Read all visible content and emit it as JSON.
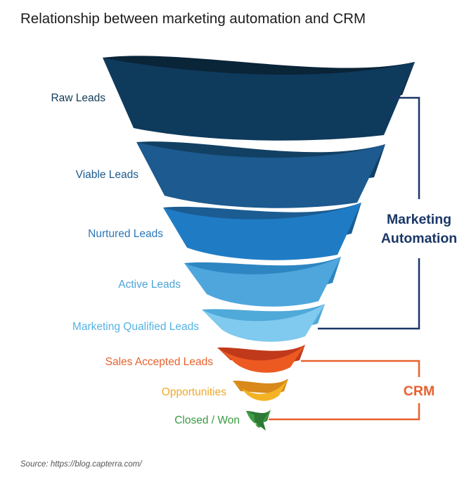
{
  "title": "Relationship between marketing automation and CRM",
  "source": "Source: https://blog.capterra.com/",
  "stages": [
    {
      "label": "Raw Leads",
      "color": "#0e3a5c",
      "back_color": "#0a2438",
      "label_color": "#123a57"
    },
    {
      "label": "Viable Leads",
      "color": "#1c5a8f",
      "back_color": "#124063",
      "label_color": "#1c5a8f"
    },
    {
      "label": "Nurtured Leads",
      "color": "#1f7cc4",
      "back_color": "#1b5c93",
      "label_color": "#2a77b8"
    },
    {
      "label": "Active Leads",
      "color": "#4fa6dd",
      "back_color": "#2d86c2",
      "label_color": "#4ea3d8"
    },
    {
      "label": "Marketing Qualified Leads",
      "color": "#7fcaee",
      "back_color": "#4fa9d9",
      "label_color": "#55b3e3"
    },
    {
      "label": "Sales Accepted Leads",
      "color": "#ec5a22",
      "back_color": "#c0391a",
      "label_color": "#e8612d"
    },
    {
      "label": "Opportunities",
      "color": "#f3b324",
      "back_color": "#d8891a",
      "label_color": "#f0a928"
    },
    {
      "label": "Closed / Won",
      "color": "#3f9c46",
      "back_color": "#2c7a33",
      "label_color": "#3a9a41"
    }
  ],
  "groups": {
    "marketing": {
      "line1": "Marketing",
      "line2": "Automation",
      "color": "#1b3767"
    },
    "crm": {
      "label": "CRM",
      "color": "#e8612d"
    }
  }
}
